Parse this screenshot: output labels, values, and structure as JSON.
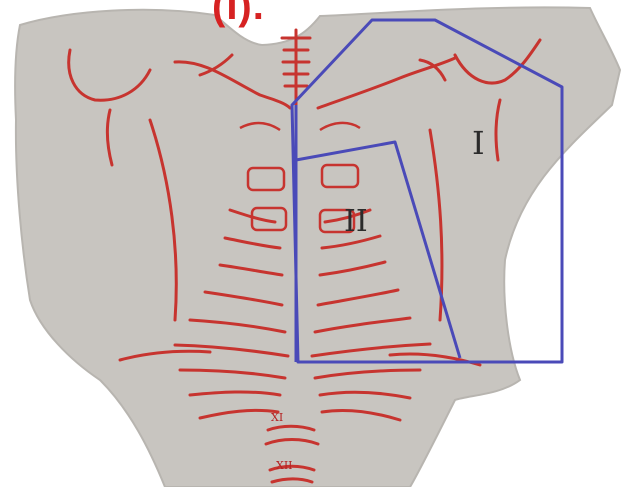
{
  "labels": {
    "top": "(I).",
    "region_I": "I",
    "region_II": "II",
    "rib_xi": "XI",
    "rib_xii": "XII"
  },
  "colors": {
    "background": "#ffffff",
    "torso_fill": "#c8c5c0",
    "vessel_red": "#c7342f",
    "region_outline_blue": "#4a4ab8",
    "label_text": "#2b2b2b"
  }
}
